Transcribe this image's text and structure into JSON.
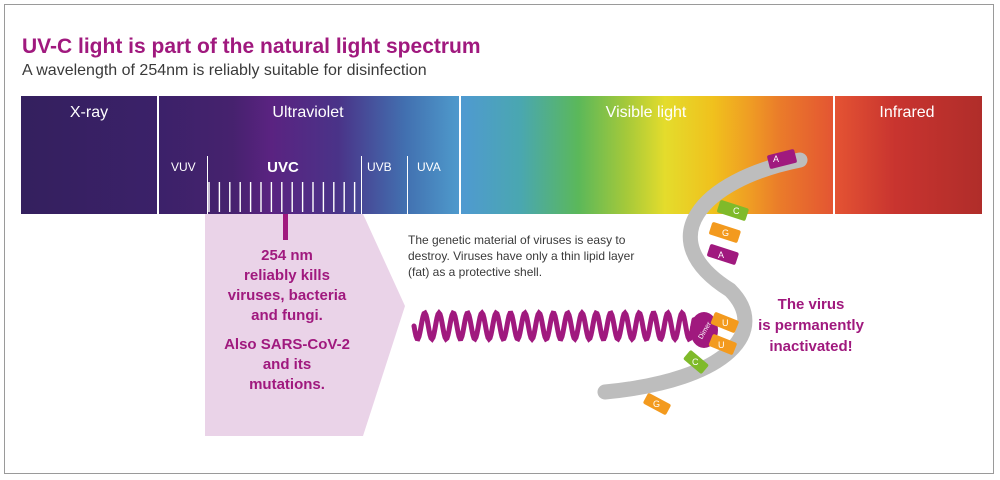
{
  "title": "UV-C light is part of the natural light spectrum",
  "subtitle": "A wavelength of 254nm is reliably suitable for disinfection",
  "spectrum": {
    "bands": [
      "X-ray",
      "Ultraviolet",
      "Visible light",
      "Infrared"
    ],
    "uv_subbands": [
      "VUV",
      "UVC",
      "UVB",
      "UVA"
    ]
  },
  "callout": {
    "line1": "254 nm",
    "line2": "reliably kills",
    "line3": "viruses, bacteria",
    "line4": "and fungi.",
    "line5": "Also SARS-CoV-2",
    "line6": "and its",
    "line7": "mutations."
  },
  "description": "The genetic material of viruses is easy to destroy. Viruses have only a thin lipid layer (fat) as a protective shell.",
  "result": {
    "line1": "The virus",
    "line2": "is permanently",
    "line3": "inactivated!"
  },
  "rna_bases": {
    "top_a": "A",
    "c1": "C",
    "g1": "G",
    "a2": "A",
    "dimer": "Dimer",
    "u1": "U",
    "u2": "U",
    "c2": "C",
    "g2": "G"
  },
  "colors": {
    "accent_magenta": "#a0197e",
    "callout_fill": "#ead3e8",
    "base_green": "#7fba2a",
    "base_orange": "#f39a1e",
    "strand_gray": "#bdbdbd"
  }
}
